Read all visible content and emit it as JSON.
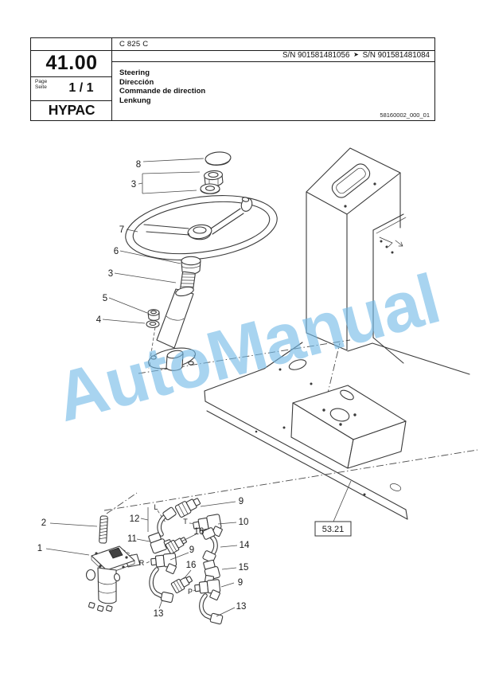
{
  "header": {
    "model": "C 825 C",
    "serial_from": "S/N 901581481056",
    "serial_arrow": "➤",
    "serial_to": "S/N 901581481084",
    "section_number": "41.00",
    "page_word_en": "Page",
    "page_word_de": "Seite",
    "page_value": "1 / 1",
    "brand": "HYPAC",
    "titles": [
      "Steering",
      "Dirección",
      "Commande de direction",
      "Lenkung"
    ],
    "doc_number": "58160002_000_01"
  },
  "diagram": {
    "callouts": [
      {
        "label": "8"
      },
      {
        "label": "3"
      },
      {
        "label": "7"
      },
      {
        "label": "6"
      },
      {
        "label": "3"
      },
      {
        "label": "5"
      },
      {
        "label": "4"
      },
      {
        "label": "2"
      },
      {
        "label": "1"
      },
      {
        "label": "12"
      },
      {
        "label": "11"
      },
      {
        "label": "9"
      },
      {
        "label": "10"
      },
      {
        "label": "16"
      },
      {
        "label": "14"
      },
      {
        "label": "9"
      },
      {
        "label": "15"
      },
      {
        "label": "16"
      },
      {
        "label": "9"
      },
      {
        "label": "13"
      },
      {
        "label": "13"
      }
    ],
    "ports": [
      {
        "label": "L"
      },
      {
        "label": "T"
      },
      {
        "label": "R"
      },
      {
        "label": "P"
      }
    ],
    "reference_box": "53.21"
  },
  "watermark": {
    "text": "AutoManual",
    "color": "#73bae7"
  }
}
